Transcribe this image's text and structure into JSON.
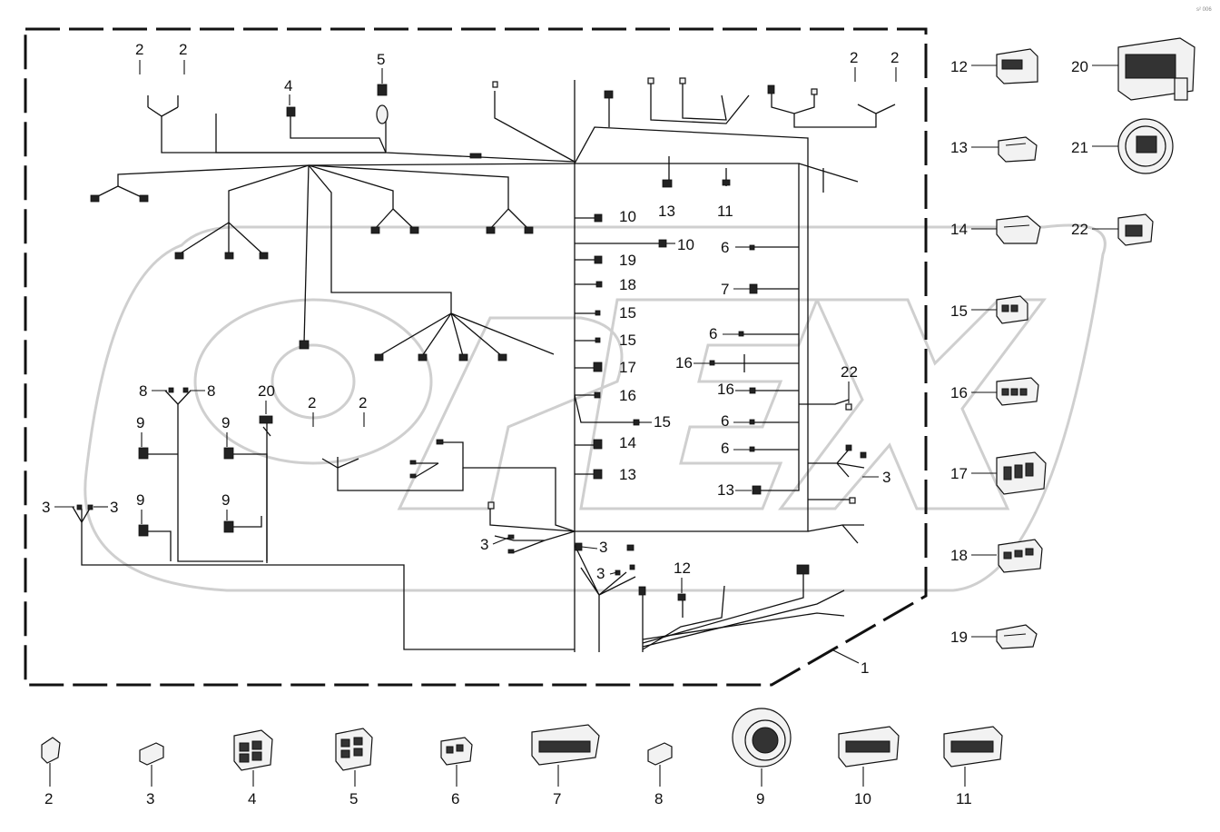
{
  "reference_code": "s² 006",
  "assembly": {
    "callout": "1"
  },
  "harness_callouts": {
    "c2a": "2",
    "c2b": "2",
    "c4": "4",
    "c5": "5",
    "c2c": "2",
    "c2d": "2",
    "c10a": "10",
    "c10b": "10",
    "c13a": "13",
    "c11a": "11",
    "c6a": "6",
    "c19a": "19",
    "c18a": "18",
    "c7a": "7",
    "c15a": "15",
    "c15b": "15",
    "c6b": "6",
    "c17a": "17",
    "c16a": "16",
    "c16b": "16",
    "c16c": "16",
    "c22a": "22",
    "c15c": "15",
    "c6c": "6",
    "c14a": "14",
    "c6d": "6",
    "c13b": "13",
    "c3a": "3",
    "c13c": "13",
    "c8a": "8",
    "c8b": "8",
    "c20a": "20",
    "c2e": "2",
    "c2f": "2",
    "c9a": "9",
    "c9b": "9",
    "c3b": "3",
    "c3c": "3",
    "c9c": "9",
    "c9d": "9",
    "c3d": "3",
    "c3e": "3",
    "c3f": "3",
    "c12a": "12"
  },
  "side_parts": [
    {
      "num": "12",
      "icon": "connector-12"
    },
    {
      "num": "13",
      "icon": "connector-13"
    },
    {
      "num": "14",
      "icon": "connector-14"
    },
    {
      "num": "15",
      "icon": "connector-15"
    },
    {
      "num": "16",
      "icon": "connector-16"
    },
    {
      "num": "17",
      "icon": "connector-17"
    },
    {
      "num": "18",
      "icon": "connector-18"
    },
    {
      "num": "19",
      "icon": "connector-19"
    },
    {
      "num": "20",
      "icon": "connector-20"
    },
    {
      "num": "21",
      "icon": "round-sensor-21"
    },
    {
      "num": "22",
      "icon": "connector-22"
    }
  ],
  "bottom_parts": [
    {
      "num": "2",
      "icon": "terminal-2"
    },
    {
      "num": "3",
      "icon": "terminal-3"
    },
    {
      "num": "4",
      "icon": "connector-4"
    },
    {
      "num": "5",
      "icon": "connector-5"
    },
    {
      "num": "6",
      "icon": "connector-6"
    },
    {
      "num": "7",
      "icon": "connector-7"
    },
    {
      "num": "8",
      "icon": "terminal-8"
    },
    {
      "num": "9",
      "icon": "round-connector-9"
    },
    {
      "num": "10",
      "icon": "connector-10"
    },
    {
      "num": "11",
      "icon": "connector-11"
    }
  ],
  "watermark": "OPEX"
}
